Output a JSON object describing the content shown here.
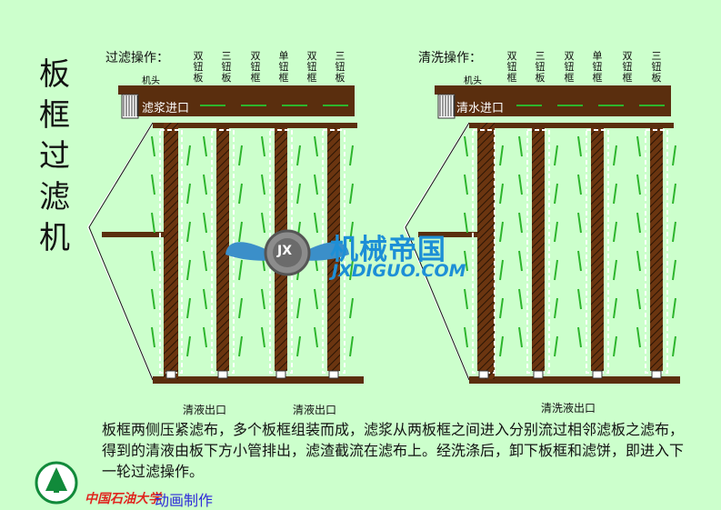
{
  "title": "板框过滤机",
  "filtration": {
    "header": "过滤操作：",
    "head_label": "机头",
    "plates": [
      "双钮板",
      "三钮板",
      "双钮框",
      "单钮框",
      "双钮框",
      "三钮板"
    ],
    "inlet_label": "滤浆进口",
    "outlet_label_1": "清液出口",
    "outlet_label_2": "清液出口"
  },
  "washing": {
    "header": "清洗操作：",
    "head_label": "机头",
    "plates": [
      "双钮框",
      "三钮板",
      "双钮框",
      "单钮框",
      "双钮框",
      "三钮板"
    ],
    "inlet_label": "清水进口",
    "outlet_label": "清洗液出口"
  },
  "description": "板框两侧压紧滤布，多个板框组装而成，滤浆从两板框之间进入分别流过相邻滤板之滤布，得到的清液由板下方小管排出，滤渣截流在滤布上。经洗涤后，卸下板框和滤饼，即进入下一轮过滤操作。",
  "watermark": {
    "cn": "机械帝国",
    "en": "JXDIGUO.COM",
    "badge": "JX"
  },
  "footer": {
    "university": "中国石油大学",
    "credit": "动画制作"
  },
  "colors": {
    "background": "#ccffcc",
    "frame": "#5a2e0e",
    "flow": "#2db52d",
    "watermark": "#1d8fd6"
  }
}
